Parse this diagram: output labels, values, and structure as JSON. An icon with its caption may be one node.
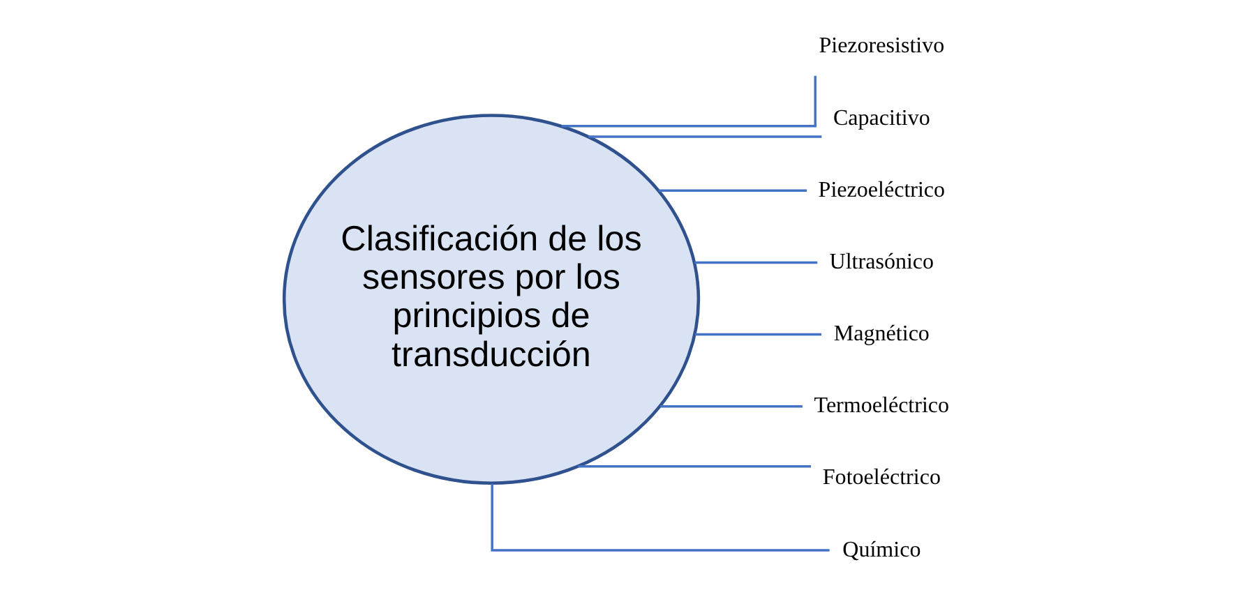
{
  "diagram": {
    "nodes": [
      {
        "text": [
          "Clasificación de los sensores por los principios de transducción"
        ]
      },
      {
        "text": [
          "Piezoresistivo"
        ]
      },
      {
        "text": [
          "Capacitivo"
        ]
      },
      {
        "text": [
          "Piezoeléctrico"
        ]
      },
      {
        "text": [
          "Ultrasónico"
        ]
      },
      {
        "text": [
          "Magnético"
        ]
      },
      {
        "text": [
          "Termoeléctrico"
        ]
      },
      {
        "text": [
          "Fotoeléctrico"
        ]
      },
      {
        "text": [
          "Químico"
        ]
      }
    ],
    "edges": [
      {
        "from": 0,
        "to": 1,
        "arrow": "none"
      },
      {
        "from": 0,
        "to": 2,
        "arrow": "none"
      },
      {
        "from": 0,
        "to": 3,
        "arrow": "none"
      },
      {
        "from": 0,
        "to": 4,
        "arrow": "none"
      },
      {
        "from": 0,
        "to": 5,
        "arrow": "none"
      },
      {
        "from": 0,
        "to": 6,
        "arrow": "none"
      },
      {
        "from": 0,
        "to": 7,
        "arrow": "none"
      },
      {
        "from": 0,
        "to": 8,
        "arrow": "none"
      }
    ]
  }
}
